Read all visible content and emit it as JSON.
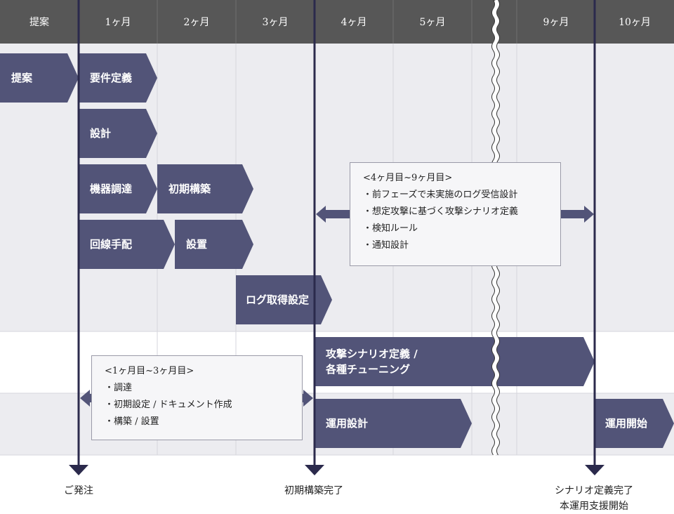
{
  "header": {
    "columns": [
      "提案",
      "1ヶ月",
      "2ヶ月",
      "3ヶ月",
      "4ヶ月",
      "5ヶ月",
      "",
      "9ヶ月",
      "10ヶ月"
    ]
  },
  "tasks": [
    {
      "id": "proposal",
      "label": "提案",
      "lines": [
        "提案"
      ]
    },
    {
      "id": "requirements",
      "label": "要件定義",
      "lines": [
        "要件定義"
      ]
    },
    {
      "id": "design",
      "label": "設計",
      "lines": [
        "設計"
      ]
    },
    {
      "id": "equipment",
      "label": "機器調達",
      "lines": [
        "機器調達"
      ]
    },
    {
      "id": "initial-build",
      "label": "初期構築",
      "lines": [
        "初期構築"
      ]
    },
    {
      "id": "line-arrange",
      "label": "回線手配",
      "lines": [
        "回線手配"
      ]
    },
    {
      "id": "install",
      "label": "設置",
      "lines": [
        "設置"
      ]
    },
    {
      "id": "log-setting",
      "label": "ログ取得設定",
      "lines": [
        "ログ取得設定"
      ]
    },
    {
      "id": "scenario",
      "label": "攻撃シナリオ定義 / 各種チューニング",
      "lines": [
        "攻撃シナリオ定義 /",
        "各種チューニング"
      ]
    },
    {
      "id": "ops-design",
      "label": "運用設計",
      "lines": [
        "運用設計"
      ]
    },
    {
      "id": "ops-start",
      "label": "運用開始",
      "lines": [
        "運用開始"
      ]
    }
  ],
  "notes": {
    "upper": {
      "title": "<4ヶ月目~9ヶ月目>",
      "items": [
        "・前フェーズで未実施のログ受信設計",
        "・想定攻撃に基づく攻撃シナリオ定義",
        "・検知ルール",
        "・通知設計"
      ]
    },
    "lower": {
      "title": "<1ヶ月目~3ヶ月目>",
      "items": [
        "・調達",
        "・初期設定 / ドキュメント作成",
        "・構築 / 設置"
      ]
    }
  },
  "milestones": [
    {
      "id": "order",
      "lines": [
        "ご発注"
      ]
    },
    {
      "id": "build-complete",
      "lines": [
        "初期構築完了"
      ]
    },
    {
      "id": "scenario-complete",
      "lines": [
        "シナリオ定義完了",
        "本運用支援開始"
      ]
    }
  ],
  "colors": {
    "header_bg": "#575757",
    "header_text": "#ffffff",
    "band_gray": "#ececf0",
    "band_white": "#ffffff",
    "grid": "#d6d6dc",
    "bar": "#525478",
    "bar_text": "#ffffff",
    "milestone_line": "#2b2a4c"
  }
}
